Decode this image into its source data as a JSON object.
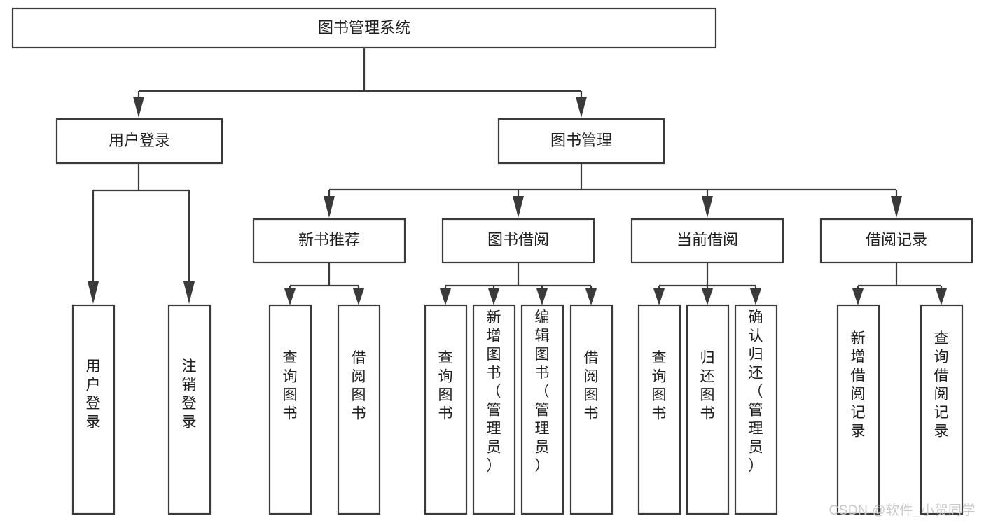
{
  "diagram": {
    "title": "图书管理系统",
    "type": "tree-hierarchy-diagram",
    "orientation": "top-down",
    "colors": {
      "box_stroke": "#3a3a3a",
      "box_fill": "#ffffff",
      "connector": "#3a3a3a",
      "text": "#1f1f1f",
      "watermark": "#c9c9c9",
      "background": "#ffffff"
    },
    "root": {
      "label": "图书管理系统"
    },
    "level1": [
      {
        "label": "用户登录"
      },
      {
        "label": "图书管理"
      }
    ],
    "level2": [
      {
        "label": "新书推荐"
      },
      {
        "label": "图书借阅"
      },
      {
        "label": "当前借阅"
      },
      {
        "label": "借阅记录"
      }
    ],
    "leaves": {
      "user_login": [
        {
          "label": "用户登录"
        },
        {
          "label": "注销登录"
        }
      ],
      "new_book_recommend": [
        {
          "label": "查询图书"
        },
        {
          "label": "借阅图书"
        }
      ],
      "book_borrow": [
        {
          "label": "查询图书"
        },
        {
          "label": "新增图书（管理员）"
        },
        {
          "label": "编辑图书（管理员）"
        },
        {
          "label": "借阅图书"
        }
      ],
      "current_borrow": [
        {
          "label": "查询图书"
        },
        {
          "label": "归还图书"
        },
        {
          "label": "确认归还（管理员）"
        }
      ],
      "borrow_record": [
        {
          "label": "新增借阅记录"
        },
        {
          "label": "查询借阅记录"
        }
      ]
    },
    "watermark": "CSDN @软件_小贺同学"
  }
}
